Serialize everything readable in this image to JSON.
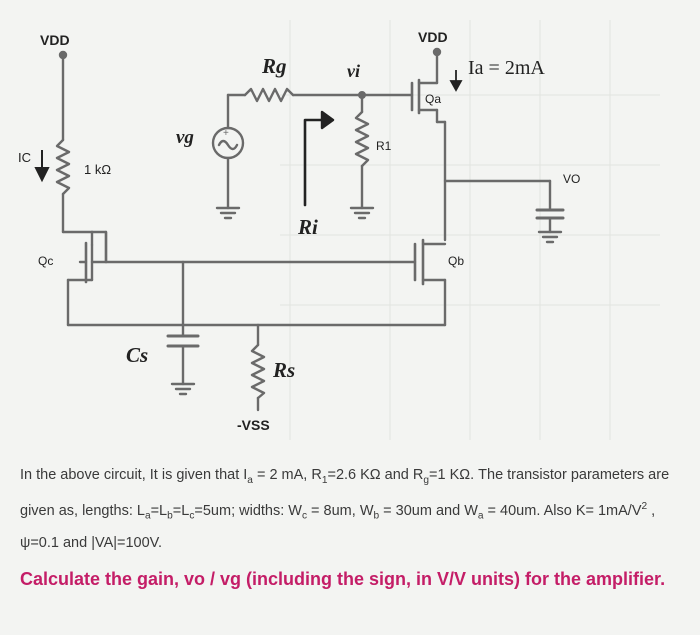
{
  "labels": {
    "vdd_left": "VDD",
    "vdd_right": "VDD",
    "rg": "Rg",
    "vi": "vi",
    "ia": "Ia = 2mA",
    "qa": "Qa",
    "vg": "vg",
    "r1": "R1",
    "ic": "IC",
    "r_1k": "1 kΩ",
    "vo": "VO",
    "ri": "Ri",
    "qc": "Qc",
    "qb": "Qb",
    "cs": "Cs",
    "rs": "Rs",
    "vss": "-VSS"
  },
  "problem": {
    "p1_a": "In the above circuit, It is given that I",
    "p1_a_sub": "a",
    "p1_b": " = 2 mA, R",
    "p1_b_sub": "1",
    "p1_c": "=2.6 KΩ and R",
    "p1_c_sub": "g",
    "p1_d": "=1 KΩ. The transistor parameters are given as, lengths: L",
    "p1_d_sub": "a",
    "p1_e": "=L",
    "p1_e_sub": "b",
    "p1_f": "=L",
    "p1_f_sub": "c",
    "p1_g": "=5um; widths: W",
    "p1_g_sub": "c",
    "p1_h": " = 8um, W",
    "p1_h_sub": "b",
    "p1_i": " = 30um and W",
    "p1_i_sub": "a",
    "p1_j": " = 40um. Also K= 1mA/V",
    "p1_j_sup": "2",
    "p1_k": " , ψ=0.1 and |VA|=100V.",
    "question": "Calculate the gain, vo / vg (including the sign, in V/V units) for the amplifier."
  },
  "colors": {
    "background": "#f3f4f2",
    "wire": "#6a6a6a",
    "question": "#c41d67"
  }
}
